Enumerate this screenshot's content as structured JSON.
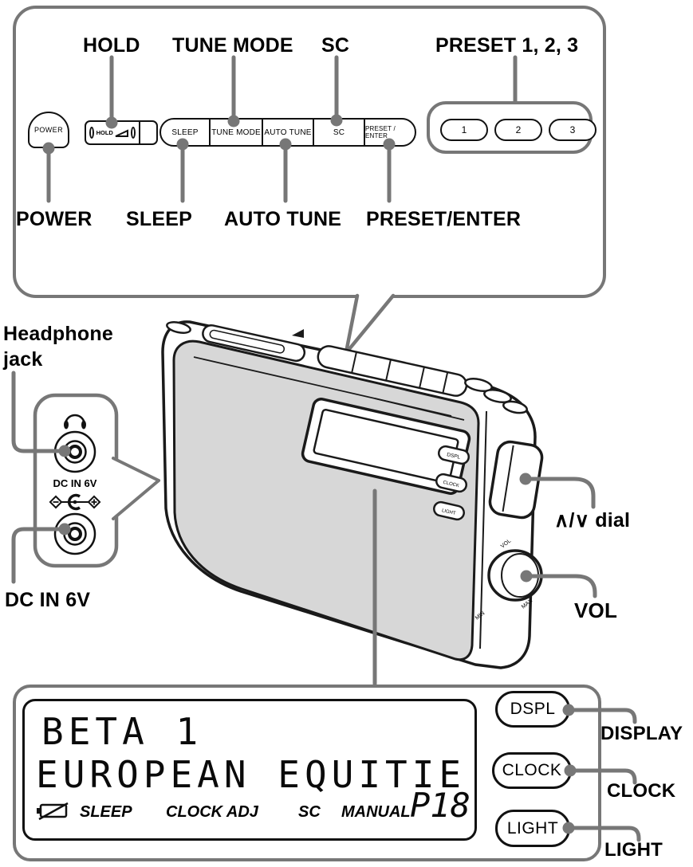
{
  "colors": {
    "leader_gray": "#777777",
    "outline": "#1a1a1a",
    "device_face": "#d7d7d7"
  },
  "top_panel": {
    "hold_label": "HOLD",
    "tune_mode_label": "TUNE MODE",
    "sc_label": "SC",
    "preset_label": "PRESET 1, 2, 3",
    "power_label": "POWER",
    "sleep_label": "SLEEP",
    "auto_tune_label": "AUTO TUNE",
    "preset_enter_label": "PRESET/ENTER",
    "power_button": "POWER",
    "hold_switch": "HOLD",
    "strip": [
      "SLEEP",
      "TUNE MODE",
      "AUTO TUNE",
      "SC",
      "PRESET / ENTER"
    ],
    "preset_buttons": [
      "1",
      "2",
      "3"
    ]
  },
  "left_panel": {
    "label_line1": "Headphone",
    "label_line2": "jack",
    "dc_in_text": "DC IN 6V",
    "dc_in_label": "DC IN 6V"
  },
  "device": {
    "side_buttons": [
      "DSPL",
      "CLOCK",
      "LIGHT"
    ],
    "vol_text": "VOL",
    "min_text": "MIN",
    "max_text": "MAX",
    "dial_label": "∧/∨ dial",
    "vol_label": "VOL"
  },
  "display_panel": {
    "line1": "BETA 1",
    "line2": "EUROPEAN EQUITIE",
    "indicators": [
      "SLEEP",
      "CLOCK ADJ",
      "SC",
      "MANUAL"
    ],
    "preset_number": "P18",
    "buttons": [
      "DSPL",
      "CLOCK",
      "LIGHT"
    ],
    "callout_labels": [
      "DISPLAY",
      "CLOCK",
      "LIGHT"
    ]
  }
}
